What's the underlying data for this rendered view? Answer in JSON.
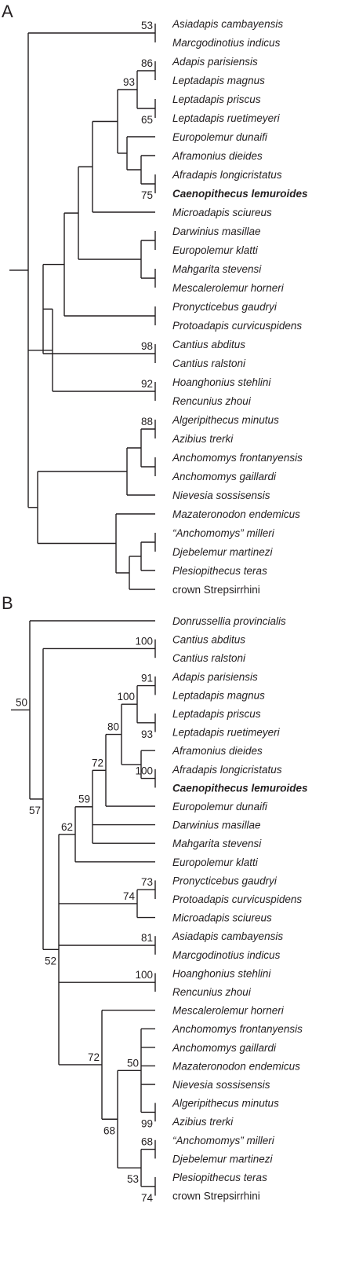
{
  "panels": [
    {
      "id": "A",
      "label": "A",
      "taxa": [
        {
          "name": "Asiadapis cambayensis"
        },
        {
          "name": "Marcgodinotius indicus"
        },
        {
          "name": "Adapis parisiensis"
        },
        {
          "name": "Leptadapis magnus"
        },
        {
          "name": "Leptadapis priscus"
        },
        {
          "name": "Leptadapis ruetimeyeri"
        },
        {
          "name": "Europolemur dunaifi"
        },
        {
          "name": "Aframonius dieides"
        },
        {
          "name": "Afradapis longicristatus"
        },
        {
          "name": "Caenopithecus lemuroides",
          "bold": true
        },
        {
          "name": "Microadapis sciureus"
        },
        {
          "name": "Darwinius masillae"
        },
        {
          "name": "Europolemur klatti"
        },
        {
          "name": "Mahgarita stevensi"
        },
        {
          "name": "Mescalerolemur horneri"
        },
        {
          "name": "Pronycticebus gaudryi"
        },
        {
          "name": "Protoadapis curvicuspidens"
        },
        {
          "name": "Cantius abditus"
        },
        {
          "name": "Cantius ralstoni"
        },
        {
          "name": "Hoanghonius stehlini"
        },
        {
          "name": "Rencunius zhoui"
        },
        {
          "name": "Algeripithecus minutus"
        },
        {
          "name": "Azibius trerki"
        },
        {
          "name": "Anchomomys frontanyensis"
        },
        {
          "name": "Anchomomys gaillardi"
        },
        {
          "name": "Nievesia sossisensis"
        },
        {
          "name": "Mazateronodon endemicus"
        },
        {
          "name": "“Anchomomys” milleri"
        },
        {
          "name": "Djebelemur martinezi"
        },
        {
          "name": "Plesiopithecus teras"
        },
        {
          "name": "crown Strepsirrhini",
          "roman": true
        }
      ],
      "support": {
        "asia": "53",
        "adapis": "86",
        "lept_all": "93",
        "lept_pr": "65",
        "caeno": "75",
        "cantius": "98",
        "hoang": "92",
        "alger": "88"
      }
    },
    {
      "id": "B",
      "label": "B",
      "taxa": [
        {
          "name": "Donrussellia provincialis"
        },
        {
          "name": "Cantius abditus"
        },
        {
          "name": "Cantius ralstoni"
        },
        {
          "name": "Adapis parisiensis"
        },
        {
          "name": "Leptadapis magnus"
        },
        {
          "name": "Leptadapis priscus"
        },
        {
          "name": "Leptadapis ruetimeyeri"
        },
        {
          "name": "Aframonius dieides"
        },
        {
          "name": "Afradapis longicristatus"
        },
        {
          "name": "Caenopithecus lemuroides",
          "bold": true
        },
        {
          "name": "Europolemur dunaifi"
        },
        {
          "name": "Darwinius masillae"
        },
        {
          "name": "Mahgarita stevensi"
        },
        {
          "name": "Europolemur klatti"
        },
        {
          "name": "Pronycticebus gaudryi"
        },
        {
          "name": "Protoadapis curvicuspidens"
        },
        {
          "name": "Microadapis sciureus"
        },
        {
          "name": "Asiadapis cambayensis"
        },
        {
          "name": "Marcgodinotius indicus"
        },
        {
          "name": "Hoanghonius stehlini"
        },
        {
          "name": "Rencunius zhoui"
        },
        {
          "name": "Mescalerolemur horneri"
        },
        {
          "name": "Anchomomys frontanyensis"
        },
        {
          "name": "Anchomomys gaillardi"
        },
        {
          "name": "Mazateronodon endemicus"
        },
        {
          "name": "Nievesia sossisensis"
        },
        {
          "name": "Algeripithecus minutus"
        },
        {
          "name": "Azibius trerki"
        },
        {
          "name": "“Anchomomys” milleri"
        },
        {
          "name": "Djebelemur martinezi"
        },
        {
          "name": "Plesiopithecus teras"
        },
        {
          "name": "crown Strepsirrhini",
          "roman": true
        }
      ],
      "support": {
        "root": "50",
        "cantius": "100",
        "adapis": "91",
        "lept_all": "100",
        "lept_pr": "93",
        "c80": "80",
        "caeno": "100",
        "c72": "72",
        "c59": "59",
        "c62": "62",
        "c57": "57",
        "prony": "73",
        "prony_micro": "74",
        "asia": "81",
        "c52": "52",
        "hoang": "100",
        "afro": "72",
        "anch50": "50",
        "alger": "99",
        "c68": "68",
        "milleri": "68",
        "c53": "53",
        "crown": "74"
      }
    }
  ]
}
